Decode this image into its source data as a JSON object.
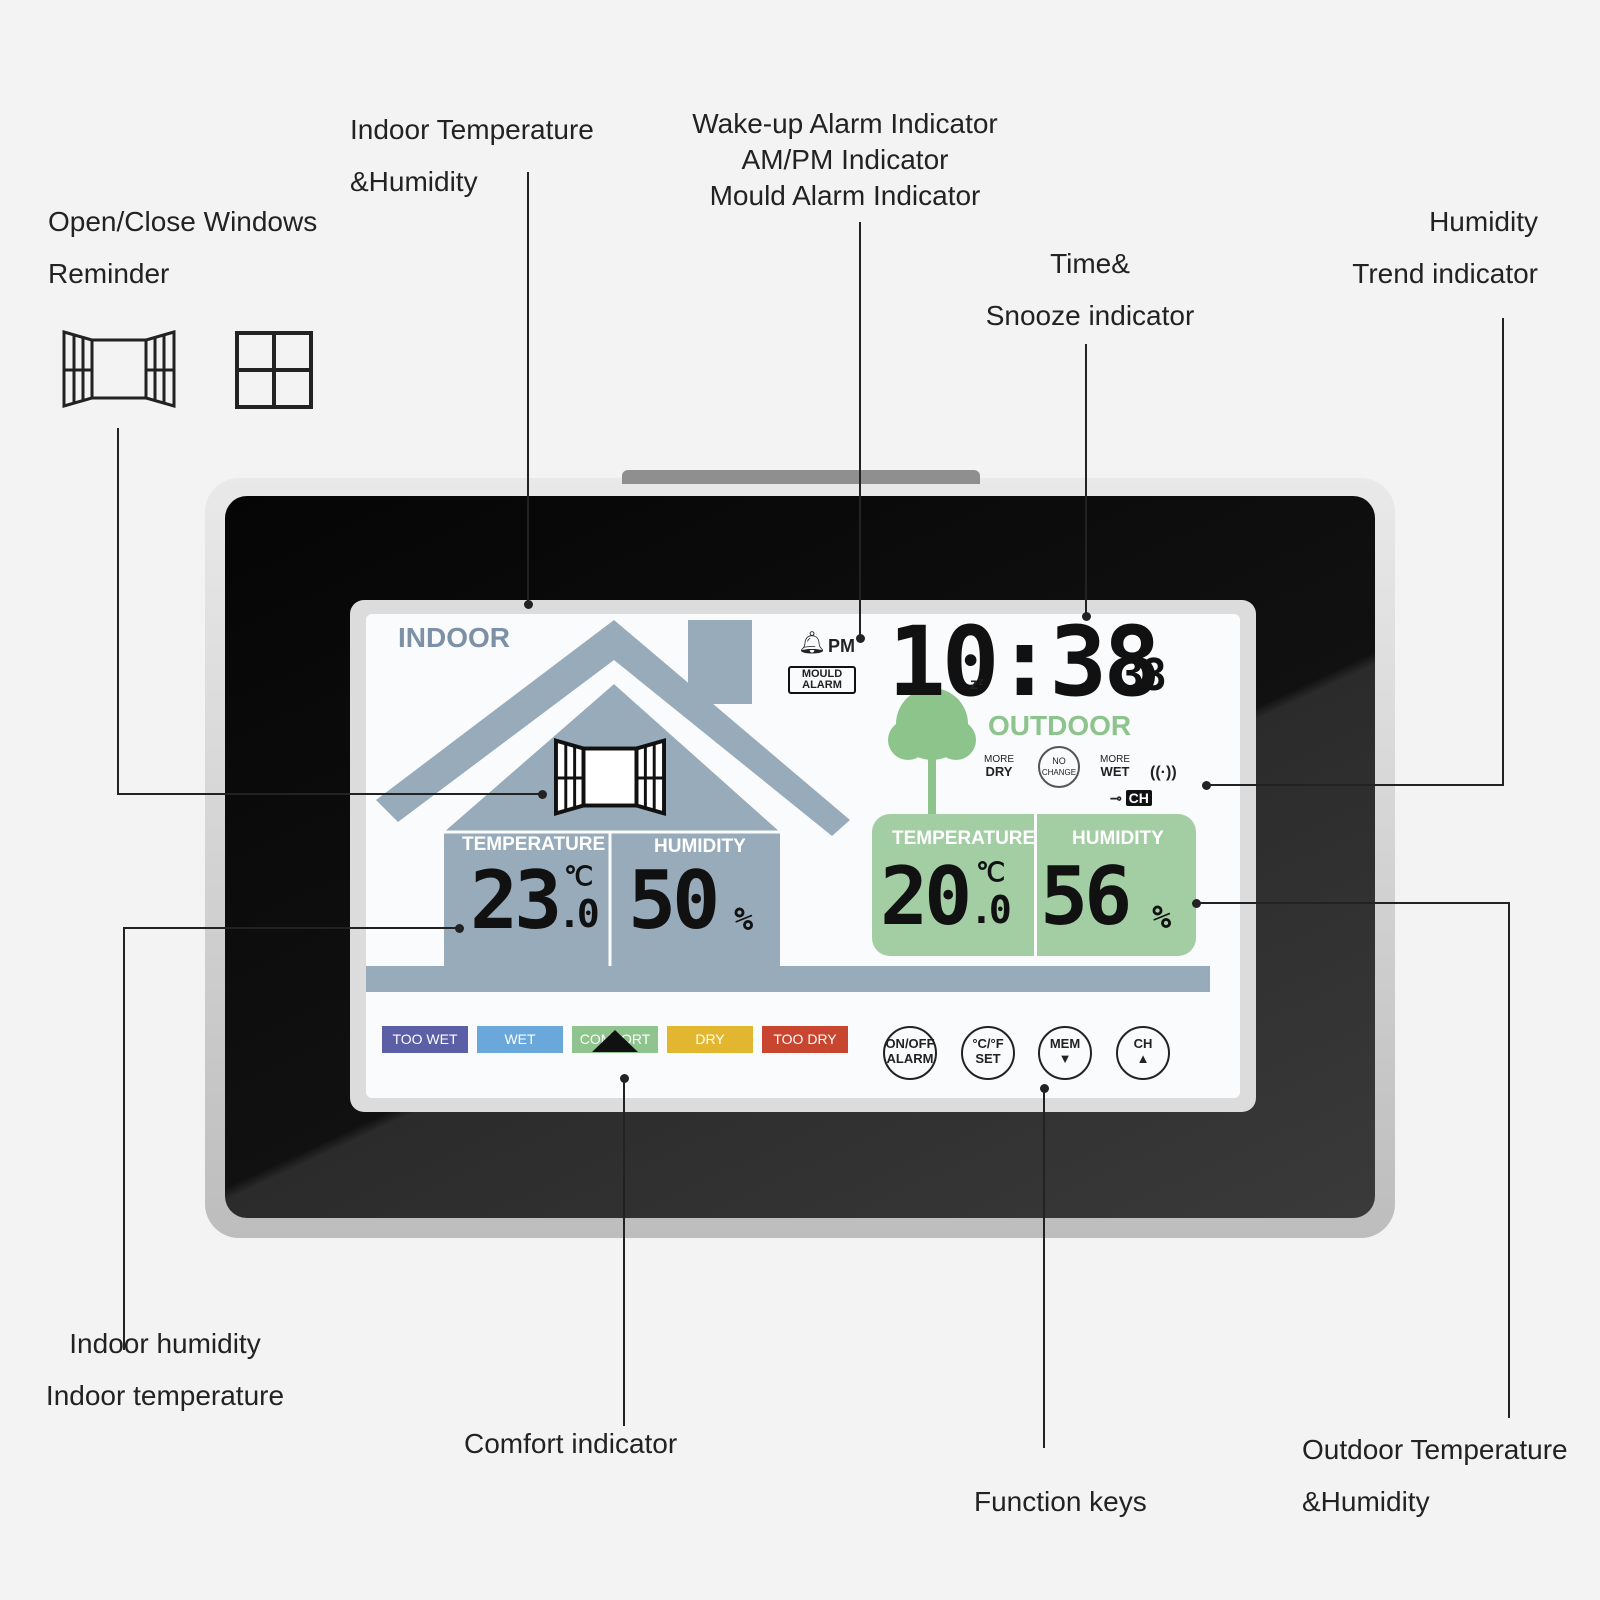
{
  "callouts": {
    "windows_reminder": [
      "Open/Close Windows",
      "Reminder"
    ],
    "indoor_temp_humidity": [
      "Indoor Temperature",
      "&Humidity"
    ],
    "alarm_indicators": [
      "Wake-up Alarm Indicator",
      "AM/PM Indicator",
      "Mould Alarm Indicator"
    ],
    "time_snooze": [
      "Time&",
      "Snooze indicator"
    ],
    "humidity_trend": [
      "Humidity",
      "Trend indicator"
    ],
    "indoor_humidity_temperature": [
      "Indoor humidity",
      "Indoor temperature"
    ],
    "comfort_indicator": "Comfort indicator",
    "function_keys": "Function keys",
    "outdoor_temp_humidity": [
      "Outdoor Temperature",
      "&Humidity"
    ]
  },
  "display": {
    "indoor_label": "INDOOR",
    "outdoor_label": "OUTDOOR",
    "am_pm": "PM",
    "mould_alarm": [
      "MOULD",
      "ALARM"
    ],
    "time": "10:38",
    "seconds": "38",
    "snooze": "zᶻ",
    "trend": [
      {
        "top": "MORE",
        "bottom": "DRY"
      },
      {
        "top": "NO",
        "bottom": "CHANGE"
      },
      {
        "top": "MORE",
        "bottom": "WET"
      }
    ],
    "channel": "CH",
    "indoor": {
      "temp_label": "TEMPERATURE",
      "temp": "23",
      "temp_decimal": ".0",
      "temp_unit": "℃",
      "humidity_label": "HUMIDITY",
      "humidity": "50",
      "humidity_unit": "%"
    },
    "outdoor": {
      "temp_label": "TEMPERATURE",
      "temp": "20",
      "temp_decimal": ".0",
      "temp_unit": "℃",
      "humidity_label": "HUMIDITY",
      "humidity": "56",
      "humidity_unit": "%"
    },
    "comfort_bands": [
      {
        "label": "TOO WET",
        "color": "#5a5fa6"
      },
      {
        "label": "WET",
        "color": "#6aa7da"
      },
      {
        "label": "COMFORT",
        "color": "#8fc48f"
      },
      {
        "label": "DRY",
        "color": "#e2b62f"
      },
      {
        "label": "TOO DRY",
        "color": "#c8452f"
      }
    ],
    "keys": [
      {
        "top": "ON/OFF",
        "bottom": "ALARM"
      },
      {
        "top": "°C/°F",
        "bottom": "SET"
      },
      {
        "top": "MEM",
        "bottom": "▼"
      },
      {
        "top": "CH",
        "bottom": "▲"
      }
    ]
  },
  "colors": {
    "house": "#97abbb",
    "outdoor_panel": "#a3cea3",
    "tree": "#8cc48c",
    "label_blue": "#7c90a6"
  }
}
